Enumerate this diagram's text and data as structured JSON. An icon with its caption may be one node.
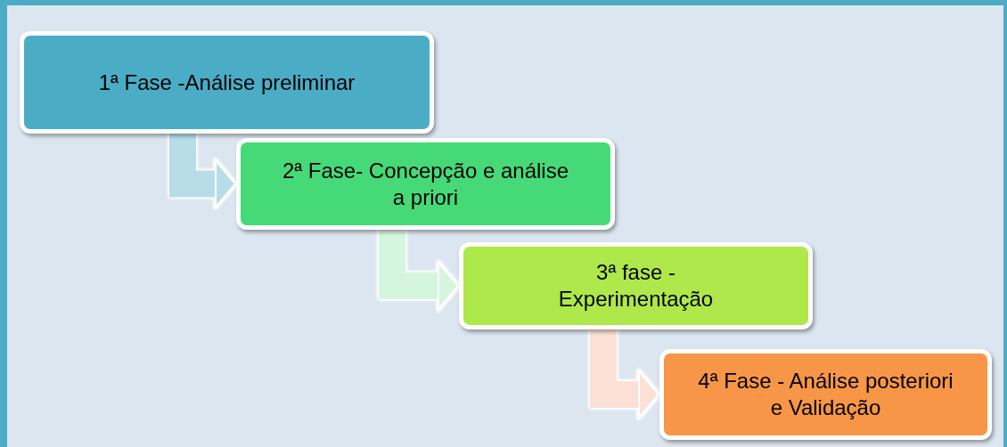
{
  "diagram": {
    "nodes": [
      {
        "text": [
          "1ª Fase -Análise preliminar"
        ]
      },
      {
        "text": [
          "2ª Fase- Concepção e análise a priori"
        ]
      },
      {
        "text": [
          "3ª fase - Experimentação"
        ]
      },
      {
        "text": [
          "4ª Fase - Análise posteriori e Validação"
        ]
      }
    ],
    "edges": [
      {
        "from": 0,
        "to": 1,
        "arrow": "to",
        "color": "#b7dde8"
      },
      {
        "from": 1,
        "to": 2,
        "arrow": "to",
        "color": "#d5f5dc"
      },
      {
        "from": 2,
        "to": 3,
        "arrow": "to",
        "color": "#fbe1d5"
      }
    ]
  }
}
